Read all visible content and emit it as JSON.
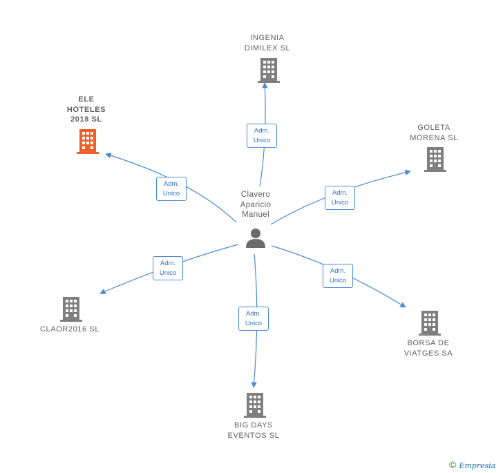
{
  "center": {
    "name": "Clavero\nAparicio\nManuel"
  },
  "nodes": [
    {
      "id": "ingenia",
      "name": "INGENIA\nDIMILEX  SL",
      "highlight": false
    },
    {
      "id": "ele",
      "name": "ELE\nHOTELES\n2018  SL",
      "highlight": true
    },
    {
      "id": "goleta",
      "name": "GOLETA\nMORENA  SL",
      "highlight": false
    },
    {
      "id": "claor",
      "name": "CLAOR2016  SL",
      "highlight": false
    },
    {
      "id": "borsa",
      "name": "BORSA DE\nVIATGES SA",
      "highlight": false
    },
    {
      "id": "bigdays",
      "name": "BIG DAYS\nEVENTOS  SL",
      "highlight": false
    }
  ],
  "edge_label": "Adm.\nUnico",
  "colors": {
    "edge": "#4a89d4",
    "building": "#7f7f7f",
    "building_highlight": "#f0602a",
    "person": "#6b6b6b",
    "text": "#5f5f5f"
  },
  "footer": {
    "copyright": "©",
    "brand": "Empresia"
  }
}
